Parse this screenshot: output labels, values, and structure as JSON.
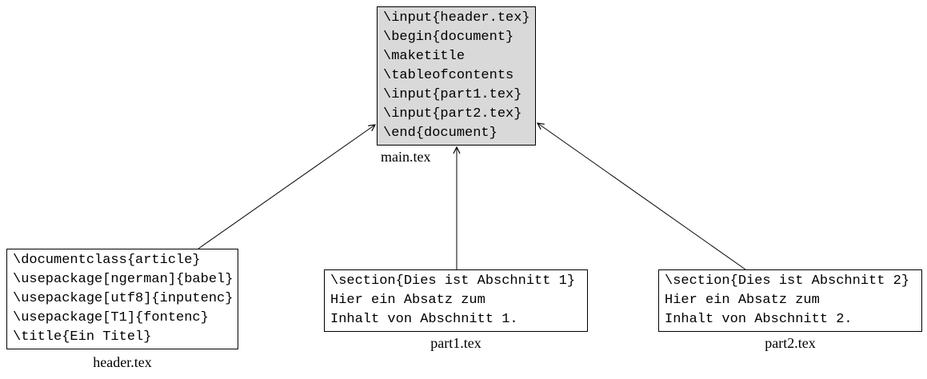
{
  "diagram": {
    "title": "latex-multifile-document-structure",
    "nodes": [
      {
        "id": "main",
        "label": "main.tex",
        "code": "\\input{header.tex}\n\\begin{document}\n\\maketitle\n\\tableofcontents\n\\input{part1.tex}\n\\input{part2.tex}\n\\end{document}"
      },
      {
        "id": "header",
        "label": "header.tex",
        "code": "\\documentclass{article}\n\\usepackage[ngerman]{babel}\n\\usepackage[utf8]{inputenc}\n\\usepackage[T1]{fontenc}\n\\title{Ein Titel}"
      },
      {
        "id": "part1",
        "label": "part1.tex",
        "code": "\\section{Dies ist Abschnitt 1}\nHier ein Absatz zum\nInhalt von Abschnitt 1."
      },
      {
        "id": "part2",
        "label": "part2.tex",
        "code": "\\section{Dies ist Abschnitt 2}\nHier ein Absatz zum\nInhalt von Abschnitt 2."
      }
    ],
    "edges": [
      {
        "from": "header.tex",
        "to": "main.tex",
        "arrowhead_at": "main.tex"
      },
      {
        "from": "part1.tex",
        "to": "main.tex",
        "arrowhead_at": "main.tex"
      },
      {
        "from": "part2.tex",
        "to": "main.tex",
        "arrowhead_at": "main.tex"
      }
    ],
    "colors": {
      "main_node_fill": "#d9d9d9",
      "node_fill": "#ffffff",
      "node_border": "#000000",
      "edge_stroke": "#000000",
      "text": "#000000",
      "background": "#ffffff"
    }
  }
}
